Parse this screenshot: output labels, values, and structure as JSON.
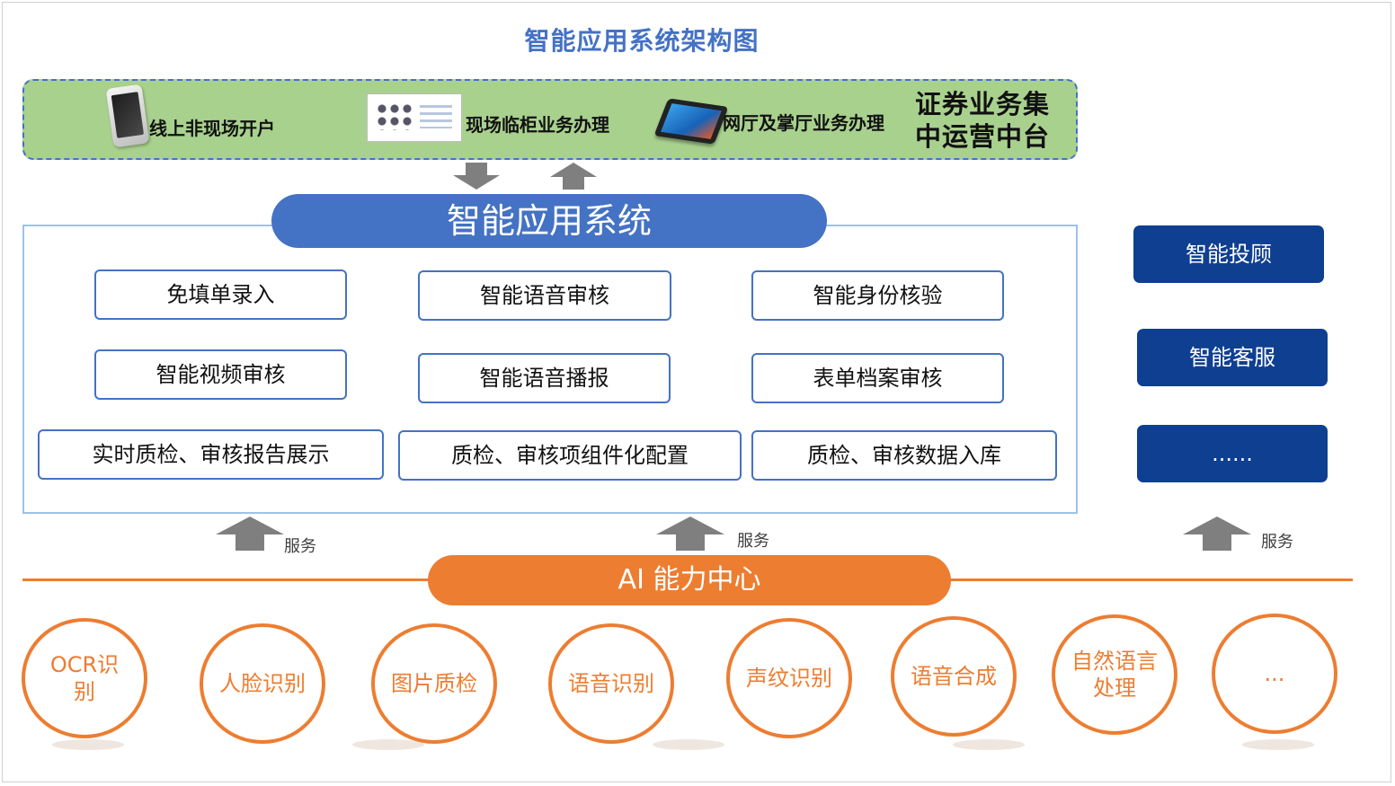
{
  "title": "智能应用系统架构图",
  "channels": [
    {
      "label": "线上非现场开户",
      "icon": "smartphone-icon"
    },
    {
      "label": "现场临柜业务办理",
      "icon": "monitor-icon"
    },
    {
      "label": "网厅及掌厅业务办理",
      "icon": "tablet-icon"
    }
  ],
  "zhongtai": {
    "line1": "证券业务集",
    "line2": "中运营中台"
  },
  "system": {
    "title": "智能应用系统",
    "functions": [
      "免填单录入",
      "智能语音审核",
      "智能身份核验",
      "智能视频审核",
      "智能语音播报",
      "表单档案审核",
      "实时质检、审核报告展示",
      "质检、审核项组件化配置",
      "质检、审核数据入库"
    ]
  },
  "side": [
    "智能投顾",
    "智能客服",
    "......"
  ],
  "service_label": "服务",
  "ai_center": {
    "title": "AI 能力中心",
    "capabilities": [
      "OCR识别",
      "人脸识别",
      "图片质检",
      "语音识别",
      "声纹识别",
      "语音合成",
      "自然语言处理",
      "..."
    ]
  },
  "colors": {
    "title": "#4472c4",
    "green": "#a9d18e",
    "blue": "#4472c4",
    "navy": "#0e3f91",
    "orange": "#ed7d31",
    "arrow": "#7f7f7f"
  }
}
